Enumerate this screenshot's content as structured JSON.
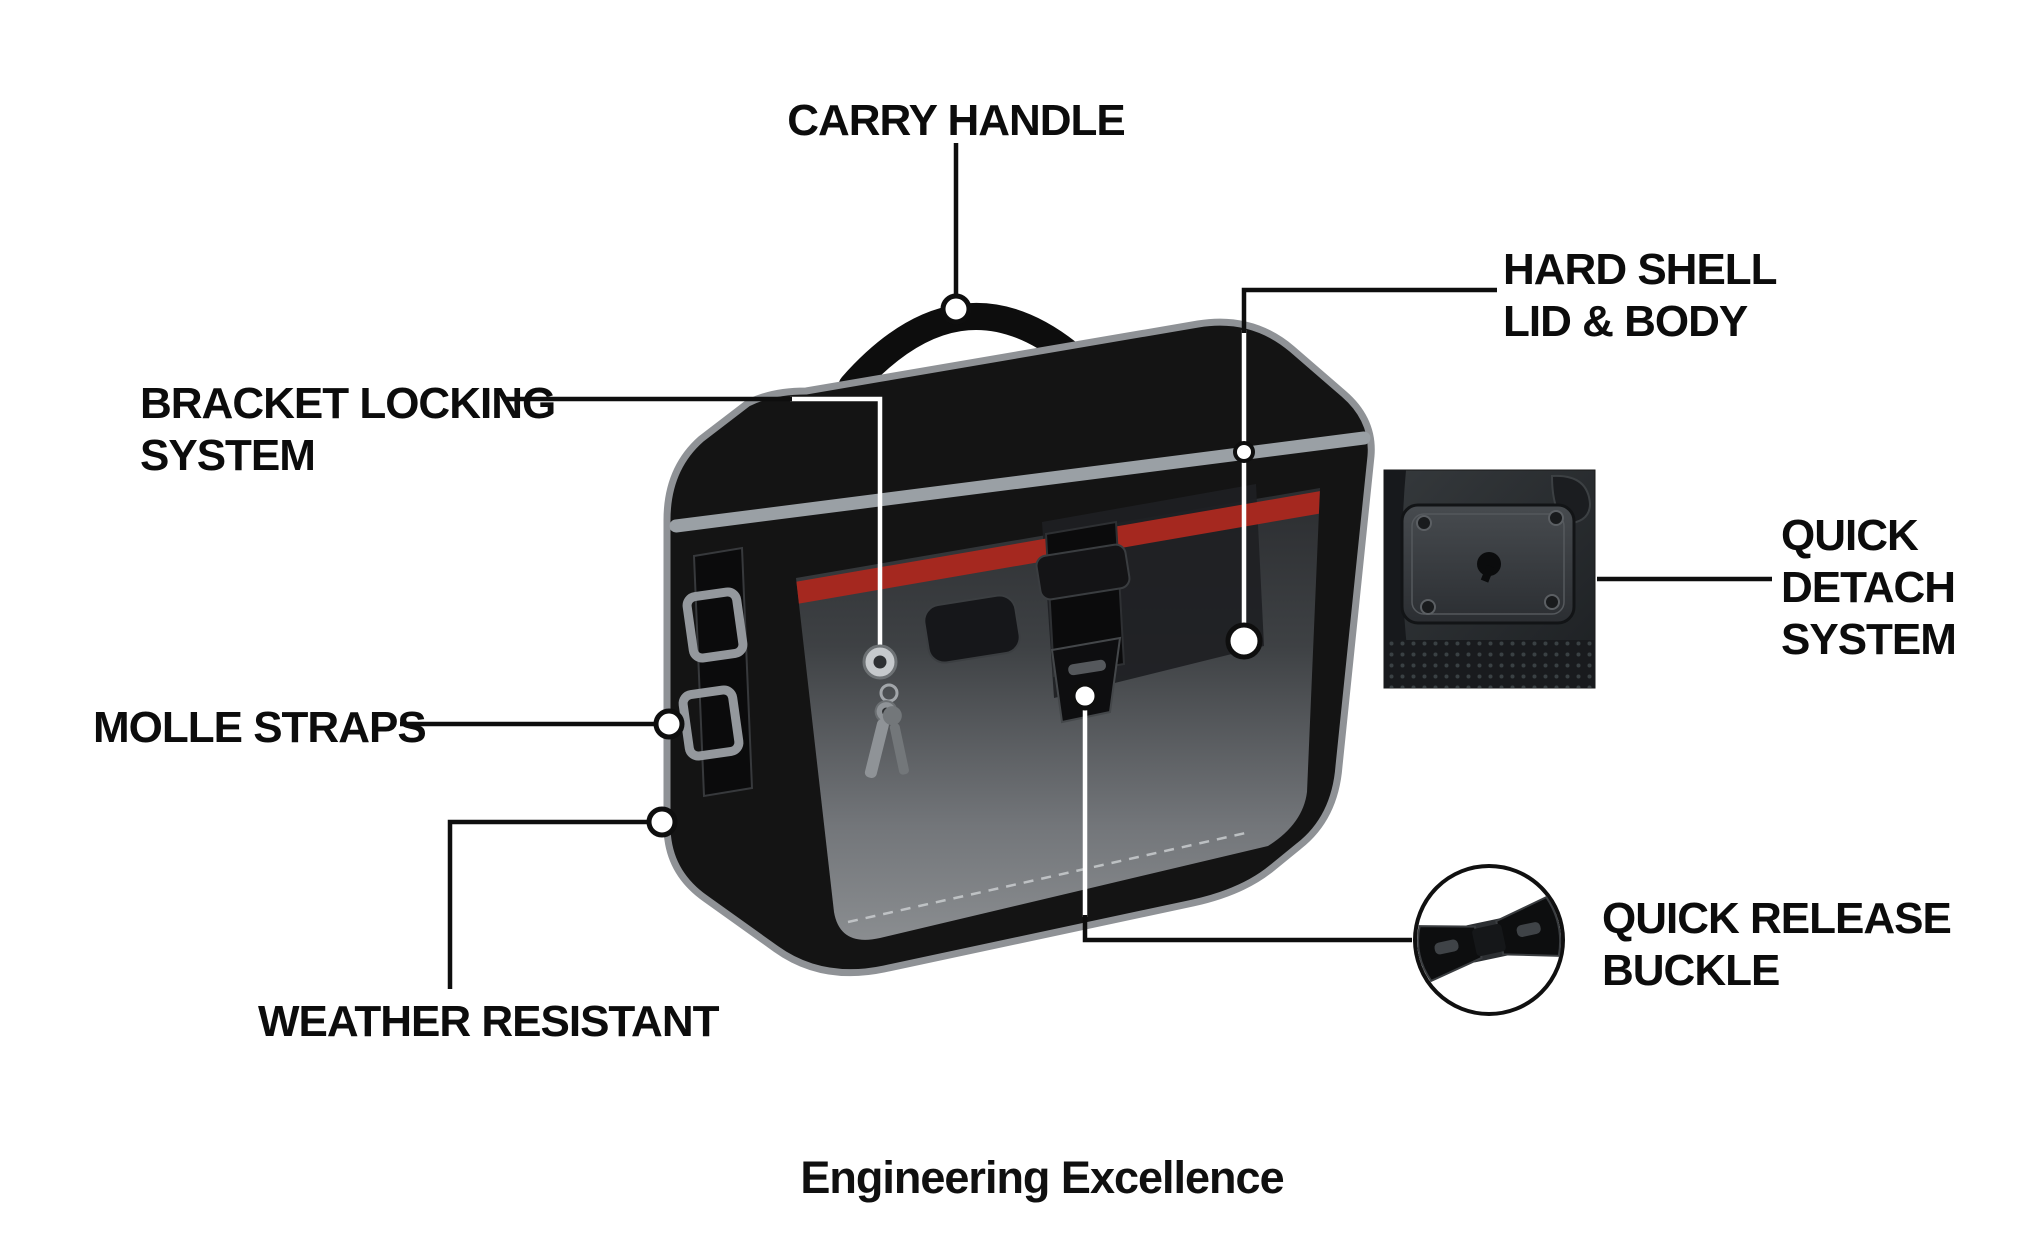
{
  "callouts": {
    "carry_handle": {
      "label": "CARRY HANDLE"
    },
    "hard_shell_lid_body": {
      "label": "HARD SHELL\nLID & BODY"
    },
    "bracket_locking": {
      "label": "BRACKET LOCKING\nSYSTEM"
    },
    "quick_detach": {
      "label": "QUICK\nDETACH\nSYSTEM"
    },
    "molle_straps": {
      "label": "MOLLE STRAPS"
    },
    "weather_resistant": {
      "label": "WEATHER RESISTANT"
    },
    "quick_release": {
      "label": "QUICK RELEASE\nBUCKLE"
    }
  },
  "footer": {
    "title": "Engineering Excellence"
  },
  "colors": {
    "background": "#ffffff",
    "bag_black": "#141414",
    "trim_gray": "#8f9296",
    "accent_red": "#a5281f",
    "line_black": "#0e0e0e"
  }
}
